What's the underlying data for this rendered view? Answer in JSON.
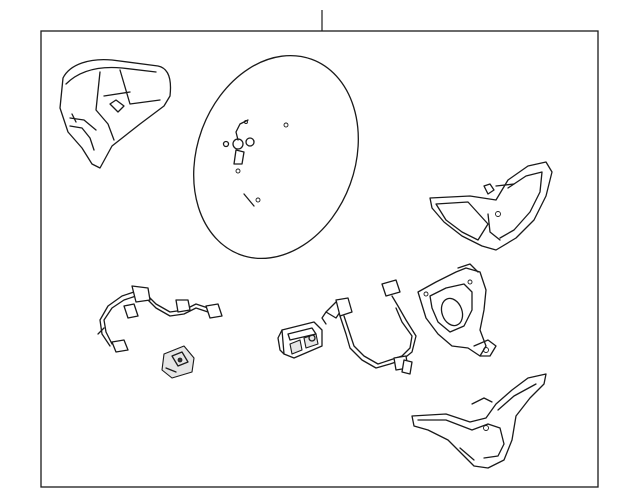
{
  "diagram": {
    "parts": [
      "airbag-cover",
      "steering-wheel",
      "bezel-trim",
      "wiring-harness-left",
      "clip",
      "switch-module",
      "wiring-harness-center",
      "mounting-bracket",
      "lower-trim-cover"
    ]
  }
}
